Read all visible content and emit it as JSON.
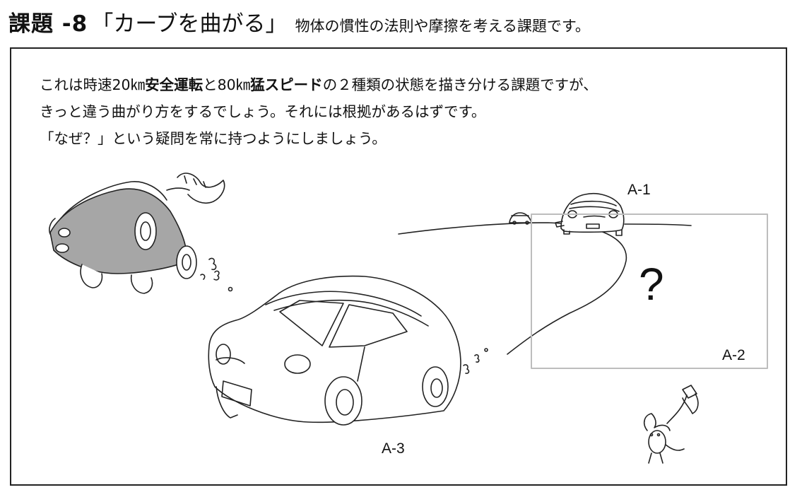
{
  "header": {
    "title_main": "課題 -8",
    "title_quote": "「カーブを曲がる」",
    "subtitle": "物体の慣性の法則や摩擦を考える課題です。"
  },
  "instructions": {
    "line1_a": "これは時速20㎞",
    "line1_b": "安全運転",
    "line1_c": "と80㎞",
    "line1_d": "猛スピード",
    "line1_e": "の２種類の状態を描き分ける課題ですが、",
    "line2": "きっと違う曲がり方をするでしょう。それには根拠があるはずです。",
    "line3": "「なぜ？」という疑問を常に持つようにしましょう。"
  },
  "labels": {
    "a1": "A-1",
    "a2": "A-2",
    "a3": "A-3",
    "question": "?"
  },
  "icons": [
    "flying-car-illustration",
    "car-a1-illustration",
    "small-distant-car-illustration",
    "car-a3-illustration",
    "mouse-with-flag-illustration",
    "curved-road-line"
  ]
}
